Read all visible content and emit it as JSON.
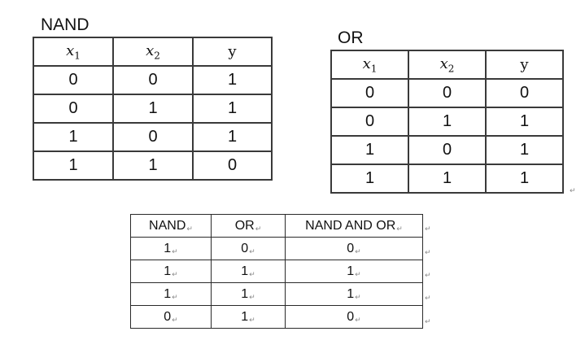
{
  "nand": {
    "title": "NAND",
    "headers": {
      "x1": "x",
      "x1_sub": "1",
      "x2": "x",
      "x2_sub": "2",
      "y": "y"
    },
    "rows": [
      [
        "0",
        "0",
        "1"
      ],
      [
        "0",
        "1",
        "1"
      ],
      [
        "1",
        "0",
        "1"
      ],
      [
        "1",
        "1",
        "0"
      ]
    ]
  },
  "or": {
    "title": "OR",
    "headers": {
      "x1": "x",
      "x1_sub": "1",
      "x2": "x",
      "x2_sub": "2",
      "y": "y"
    },
    "rows": [
      [
        "0",
        "0",
        "0"
      ],
      [
        "0",
        "1",
        "1"
      ],
      [
        "1",
        "0",
        "1"
      ],
      [
        "1",
        "1",
        "1"
      ]
    ]
  },
  "combined": {
    "headers": [
      "NAND",
      "OR",
      "NAND AND OR"
    ],
    "rows": [
      [
        "1",
        "0",
        "0"
      ],
      [
        "1",
        "1",
        "1"
      ],
      [
        "1",
        "1",
        "1"
      ],
      [
        "0",
        "1",
        "0"
      ]
    ]
  },
  "marks": {
    "return": "↵"
  }
}
